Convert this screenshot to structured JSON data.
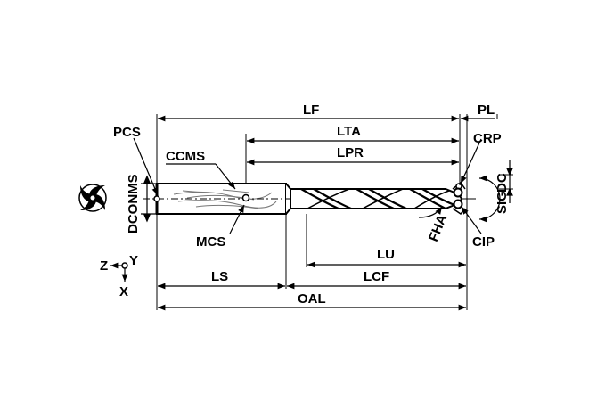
{
  "labels": {
    "lf": "LF",
    "pl": "PL",
    "lta": "LTA",
    "lpr": "LPR",
    "pcs": "PCS",
    "crp": "CRP",
    "ccms": "CCMS",
    "dc": "DC",
    "dconms": "DCONMS",
    "sig": "SIG",
    "mcs": "MCS",
    "cip": "CIP",
    "fha": "FHA",
    "lu": "LU",
    "ls": "LS",
    "lcf": "LCF",
    "oal": "OAL"
  },
  "axes": {
    "z": "Z",
    "y": "Y",
    "x": "X"
  }
}
